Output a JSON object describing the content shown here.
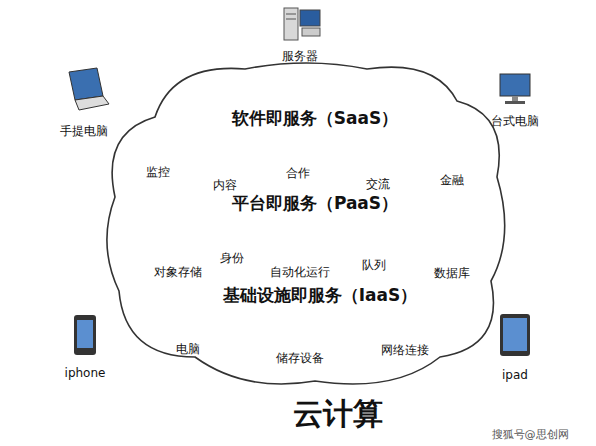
{
  "diagram": {
    "title": "云计算",
    "nodes": [
      {
        "text": [
          "软件即服务（SaaS）",
          "平台即服务（PaaS）",
          "基础设施即服务（IaaS）"
        ]
      }
    ],
    "labels": [
      "服务器",
      "手提电脑",
      "台式电脑",
      "监控",
      "内容",
      "合作",
      "交流",
      "金融",
      "对象存储",
      "身份",
      "自动化运行",
      "队列",
      "数据库",
      "电脑",
      "储存设备",
      "网络连接",
      "iphone",
      "ipad",
      "搜狐号@思创网"
    ]
  }
}
